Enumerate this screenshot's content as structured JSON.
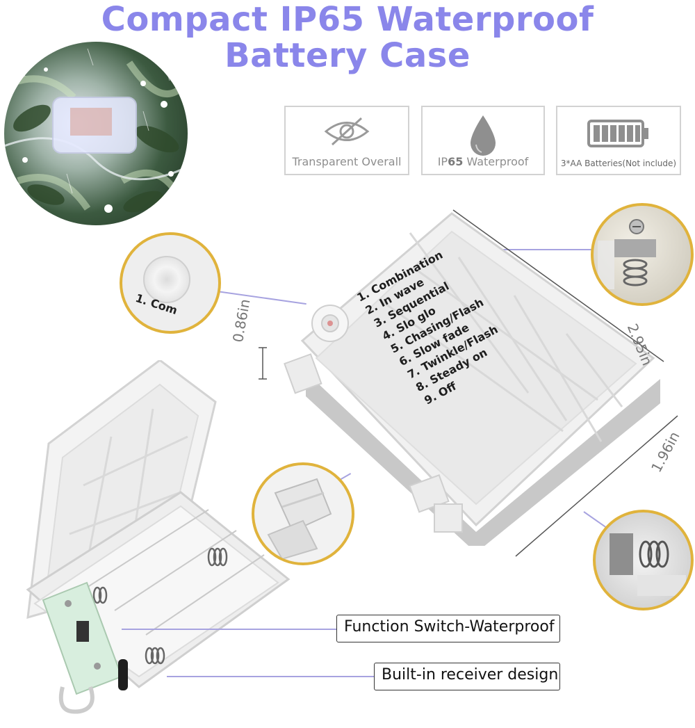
{
  "title": {
    "line1": "Compact IP65 Waterproof",
    "line2": "Battery Case"
  },
  "features": [
    {
      "label": "Transparent Overall",
      "icon": "eye-off-icon"
    },
    {
      "label_prefix": "IP",
      "label_bold": "65",
      "label_suffix": " Waterproof",
      "icon": "water-drop-icon"
    },
    {
      "label": "3*AA Batteries(Not include)",
      "icon": "battery-icon"
    }
  ],
  "modes": [
    "1. Combination",
    "2. In wave",
    "3. Sequential",
    "4. Slo glo",
    "5. Chasing/Flash",
    "6. Slow fade",
    "7. Twinkle/Flash",
    "8. Steady on",
    "9. Off"
  ],
  "zoom_button_label": "1. Com",
  "dimensions": {
    "height": "0.86in",
    "length": "2.95in",
    "width": "1.96in"
  },
  "callouts": {
    "switch": "Function Switch-Waterproof",
    "receiver": "Built-in receiver design"
  },
  "colors": {
    "title": "#8a86ea",
    "accent_line": "#a7a3e0",
    "zoom_border": "#e0b33c"
  }
}
